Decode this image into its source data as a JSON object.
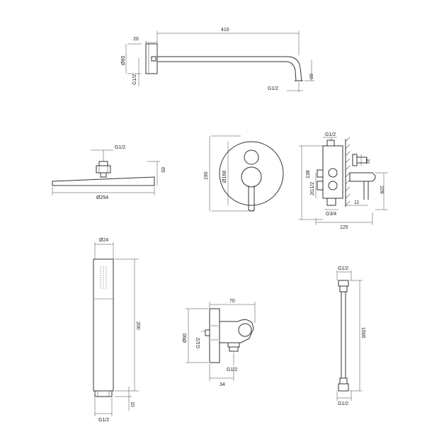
{
  "shower_arm": {
    "length": "410",
    "offset": "20",
    "diameter": "Ø60",
    "thread_left": "G1/2",
    "thread_right": "G1/2",
    "drop": "60"
  },
  "shower_head": {
    "thread": "G1/2",
    "height": "65",
    "diameter": "Ø254"
  },
  "mixer_front": {
    "height": "190",
    "diameter": "Ø168"
  },
  "mixer_side": {
    "thread_top": "G1/2",
    "depth_right": "21",
    "height_138": "138",
    "thread_side": "2G1/2",
    "height_109": "109",
    "dim_11": "11",
    "thread_bottom": "G3/4",
    "width": "125"
  },
  "hand_shower": {
    "diameter": "Ø24",
    "length": "200",
    "tail": "10",
    "thread": "G1/2"
  },
  "wall_outlet": {
    "width": "70",
    "diameter": "Ø60",
    "thread_left": "G1/2",
    "thread_bottom": "G1/2",
    "depth": "34"
  },
  "hose": {
    "thread_top": "G1/2",
    "length": "1500",
    "thread_bottom": "G1/2"
  }
}
